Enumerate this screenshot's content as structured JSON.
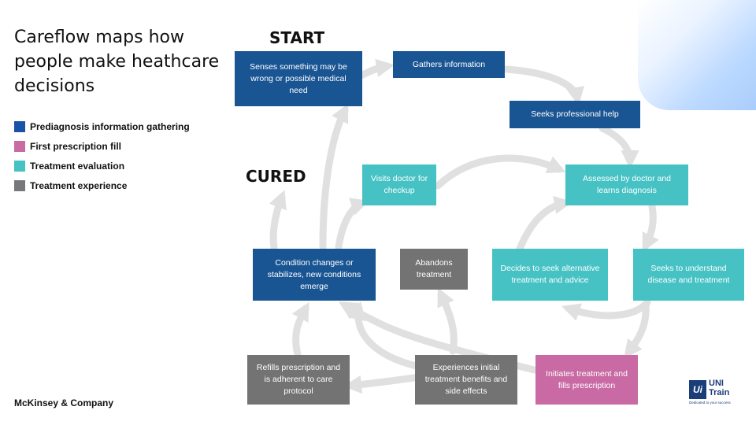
{
  "title": "Careflow maps how people make heathcare decisions",
  "legend": [
    {
      "label": "Prediagnosis information gathering",
      "color": "#1a52a8"
    },
    {
      "label": "First prescription fill",
      "color": "#c96aa4"
    },
    {
      "label": "Treatment evaluation",
      "color": "#46c2c4"
    },
    {
      "label": "Treatment experience",
      "color": "#77787b"
    }
  ],
  "labels": {
    "start": "START",
    "cured": "CURED"
  },
  "colors": {
    "prediagnosis": "#1a5593",
    "prescription": "#c96aa4",
    "evaluation": "#46c2c4",
    "experience": "#737373",
    "arrow": "#e0e0e0"
  },
  "nodes": {
    "senses": "Senses something may be wrong or possible medical need",
    "gathers": "Gathers information",
    "seeks_help": "Seeks professional help",
    "assessed": "Assessed by doctor and learns diagnosis",
    "visits": "Visits doctor for checkup",
    "understand": "Seeks to understand disease and treatment",
    "alternative": "Decides to seek alternative treatment and advice",
    "abandons": "Abandons treatment",
    "condition": "Condition changes or stabilizes, new conditions emerge",
    "initiates": "Initiates treatment and fills prescription",
    "experiences": "Experiences initial treatment benefits and side effects",
    "refills": "Refills prescription and is adherent to care protocol"
  },
  "footer": "McKinsey & Company",
  "logo": {
    "mark": "Ui",
    "word1": "UNI",
    "word2": "Train",
    "tagline": "Dedicated to your success"
  }
}
